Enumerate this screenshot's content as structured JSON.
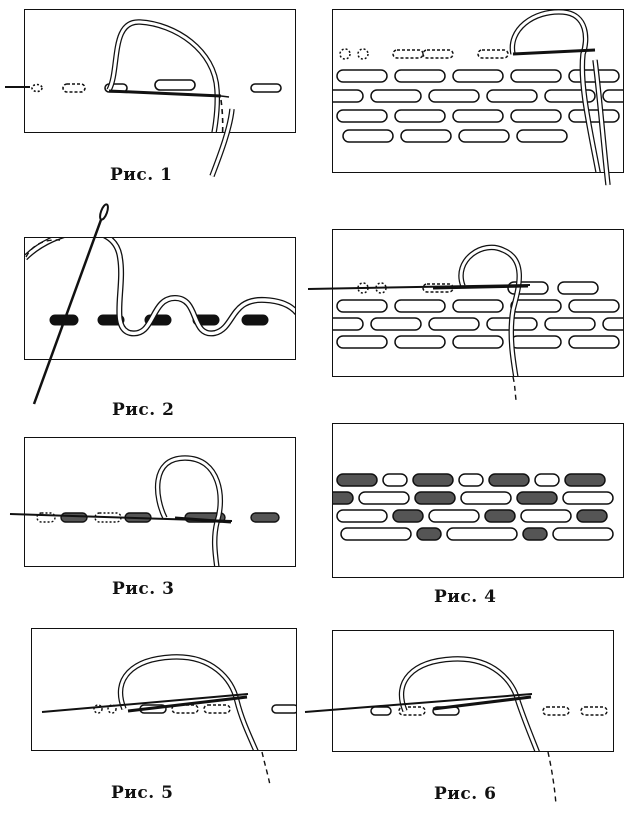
{
  "figures": [
    {
      "id": 1,
      "caption": "Рис. 1"
    },
    {
      "id": 2,
      "caption": "Рис. 2"
    },
    {
      "id": 3,
      "caption": "Рис. 3"
    },
    {
      "id": 4,
      "caption": "Рис. 4"
    },
    {
      "id": 5,
      "caption": "Рис. 5"
    },
    {
      "id": 6,
      "caption": "Рис. 6"
    }
  ],
  "colors": {
    "ink": "#111111",
    "paper": "#ffffff",
    "fill": "#555555"
  }
}
